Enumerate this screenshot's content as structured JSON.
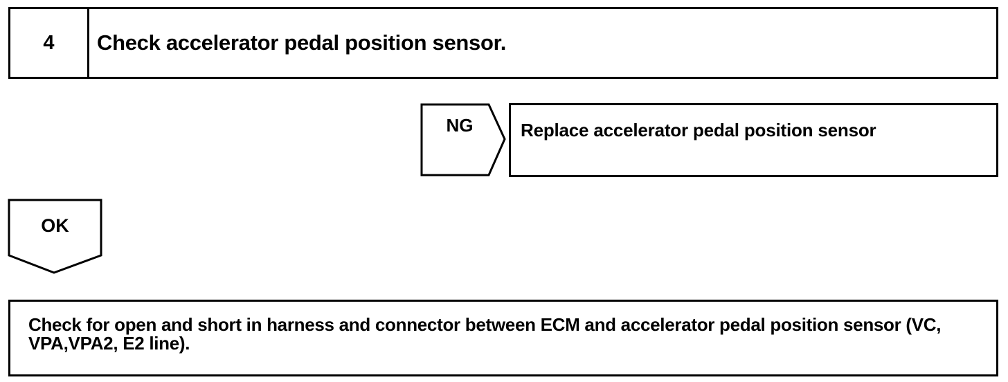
{
  "step": {
    "number": "4",
    "title": "Check accelerator pedal position sensor."
  },
  "ng_branch": {
    "label": "NG",
    "action": "Replace accelerator pedal position sensor"
  },
  "ok_branch": {
    "label": "OK"
  },
  "next_step": {
    "text": "Check for open and short in harness and connector between ECM and accelerator pedal position sensor (VC, VPA,VPA2, E2 line)."
  }
}
